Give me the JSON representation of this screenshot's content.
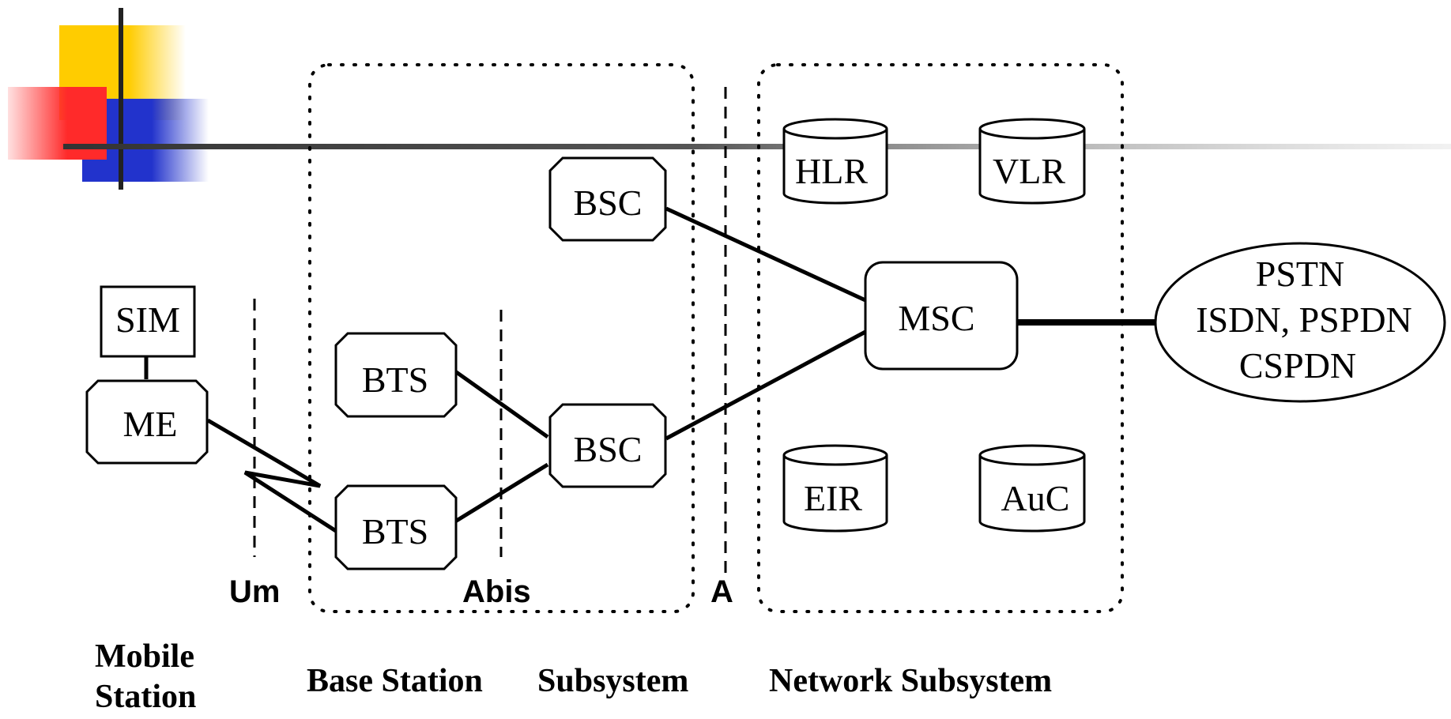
{
  "mobile_station": {
    "sim": "SIM",
    "me": "ME",
    "label_line1": "Mobile",
    "label_line2": "Station"
  },
  "base_station_subsystem": {
    "bsc_top": "BSC",
    "bsc_bottom": "BSC",
    "bts_top": "BTS",
    "bts_bottom": "BTS",
    "label_part1": "Base Station",
    "label_part2": "Subsystem"
  },
  "network_subsystem": {
    "hlr": "HLR",
    "vlr": "VLR",
    "msc": "MSC",
    "eir": "EIR",
    "auc": "AuC",
    "label": "Network Subsystem"
  },
  "external_networks": {
    "line1": "PSTN",
    "line2": "ISDN, PSPDN",
    "line3": "CSPDN"
  },
  "interfaces": {
    "um": "Um",
    "abis": "Abis",
    "a": "A"
  },
  "colors": {
    "yellow_square": "#ffcc00",
    "red_square": "#ff3333",
    "blue_square": "#2233cc",
    "lines": "#000000"
  }
}
